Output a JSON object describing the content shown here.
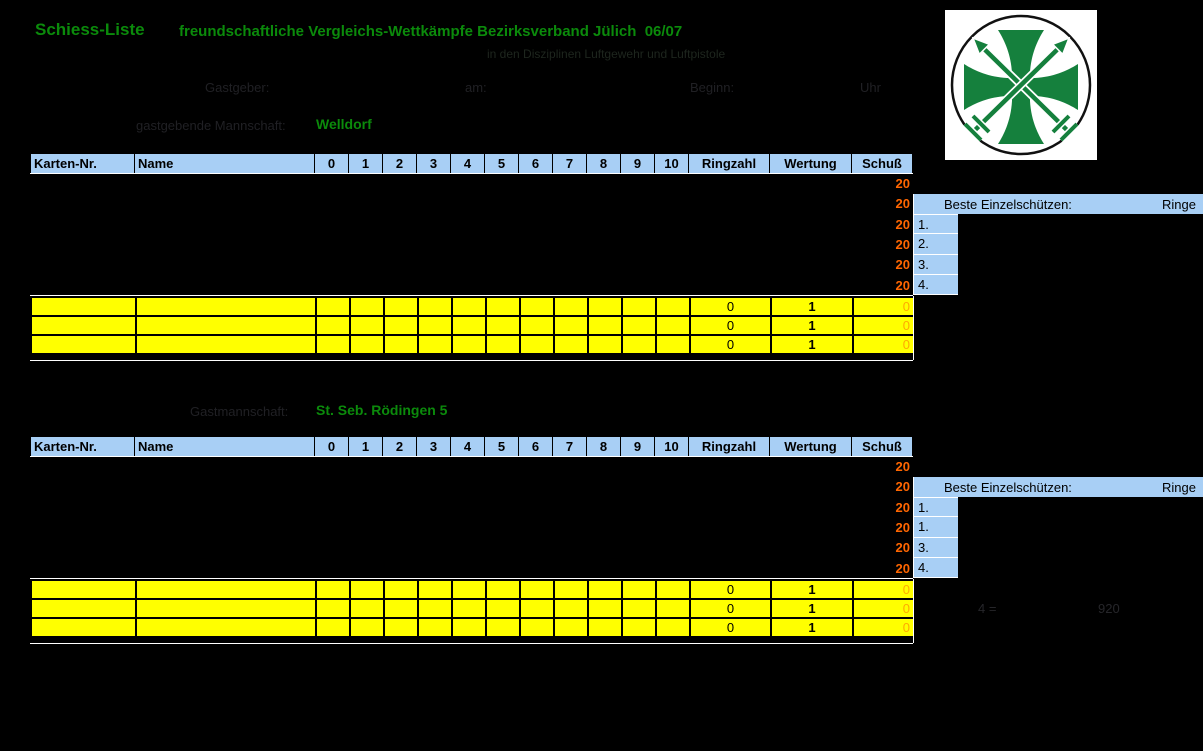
{
  "header": {
    "title": "Schiess-Liste",
    "subtitle": "freundschaftliche Vergleichs-Wettkämpfe Bezirksverband Jülich  06/07",
    "tagline": "in den Disziplinen Luftgewehr und Luftpistole",
    "host_label": "Gastgeber:",
    "date_label": "am:",
    "begin_label": "Beginn:",
    "time_unit": "Uhr"
  },
  "icons": {
    "club_emblem": "green cross with two crossed arrows inside white circle"
  },
  "colors": {
    "accent_green": "#0b8a0b",
    "logo_green": "#15803d",
    "header_blue": "#a8cff5",
    "row_yellow": "#ffff00",
    "value_orange": "#ff6600",
    "sum_orange": "#ffaa00"
  },
  "table_headers": [
    "Karten-Nr.",
    "Name",
    "0",
    "1",
    "2",
    "3",
    "4",
    "5",
    "6",
    "7",
    "8",
    "9",
    "10",
    "Ringzahl",
    "Wertung",
    "Schuß"
  ],
  "sections": [
    {
      "team_label": "gastgebende Mannschaft:",
      "team_name": "Welldorf",
      "body_rows": [
        {
          "schuss": "20"
        },
        {
          "schuss": "20"
        },
        {
          "schuss": "20"
        },
        {
          "schuss": "20"
        },
        {
          "schuss": "20"
        },
        {
          "schuss": "20"
        }
      ],
      "sum_rows": [
        {
          "ringzahl": "0",
          "wertung": "1",
          "schuss": "0"
        },
        {
          "ringzahl": "0",
          "wertung": "1",
          "schuss": "0"
        },
        {
          "ringzahl": "0",
          "wertung": "1",
          "schuss": "0"
        }
      ],
      "best": {
        "title": "Beste Einzelschützen:",
        "unit": "Ringe",
        "ranks": [
          "1.",
          "2.",
          "3.",
          "4."
        ]
      }
    },
    {
      "team_label": "Gastmannschaft:",
      "team_name": "St. Seb. Rödingen 5",
      "body_rows": [
        {
          "schuss": "20"
        },
        {
          "schuss": "20"
        },
        {
          "schuss": "20"
        },
        {
          "schuss": "20"
        },
        {
          "schuss": "20"
        },
        {
          "schuss": "20"
        }
      ],
      "sum_rows": [
        {
          "ringzahl": "0",
          "wertung": "1",
          "schuss": "0"
        },
        {
          "ringzahl": "0",
          "wertung": "1",
          "schuss": "0"
        },
        {
          "ringzahl": "0",
          "wertung": "1",
          "schuss": "0"
        }
      ],
      "best": {
        "title": "Beste Einzelschützen:",
        "unit": "Ringe",
        "ranks": [
          "1.",
          "1.",
          "3.",
          "4."
        ]
      },
      "footer": {
        "label": "4 =",
        "value": "920"
      }
    }
  ]
}
